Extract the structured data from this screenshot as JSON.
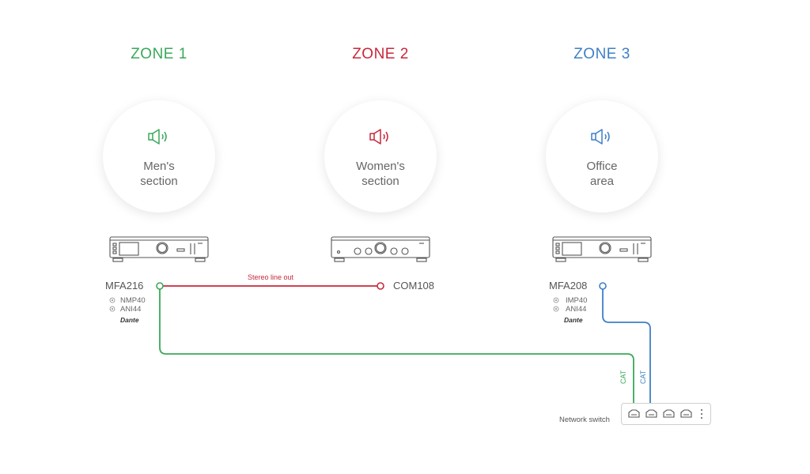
{
  "colors": {
    "zone1": "#3aa85a",
    "zone2": "#c8283a",
    "zone3": "#3f7fc6"
  },
  "zones": [
    {
      "title": "ZONE 1",
      "label": "Men's\nsection",
      "icon": "speaker-icon"
    },
    {
      "title": "ZONE 2",
      "label": "Women's\nsection",
      "icon": "speaker-icon"
    },
    {
      "title": "ZONE 3",
      "label": "Office\narea",
      "icon": "speaker-icon"
    }
  ],
  "devices": [
    {
      "name": "MFA216",
      "sources": [
        "NMP40",
        "ANI44"
      ],
      "dante": "Dante"
    },
    {
      "name": "COM108"
    },
    {
      "name": "MFA208",
      "sources": [
        "IMP40",
        "ANI44"
      ],
      "dante": "Dante"
    }
  ],
  "connections": {
    "stereo_label": "Stereo line out",
    "cat_label_1": "CAT",
    "cat_label_2": "CAT"
  },
  "network_switch": {
    "label": "Network switch",
    "icon": "network-switch-icon"
  }
}
